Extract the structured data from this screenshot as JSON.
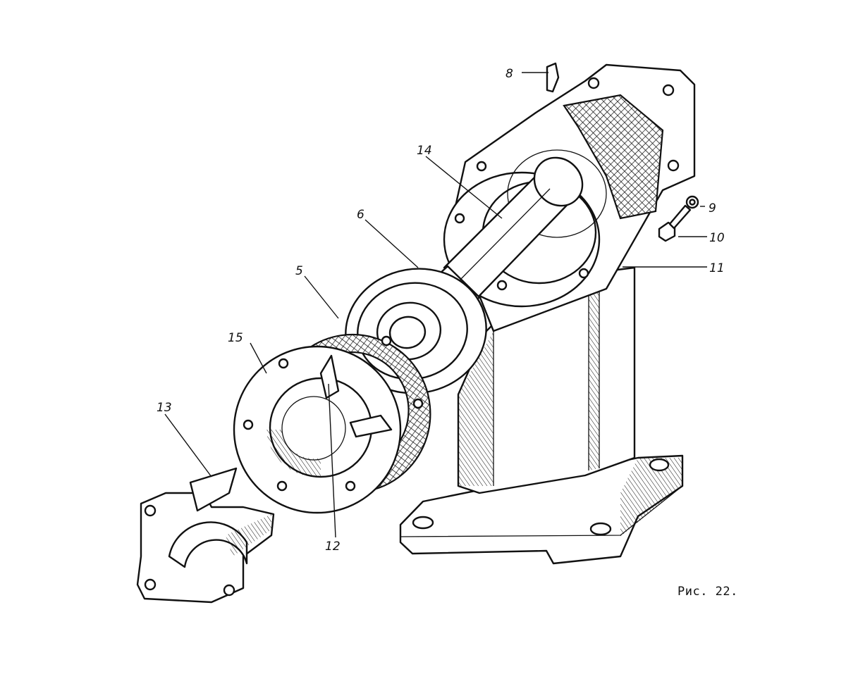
{
  "figure": {
    "caption": "Рис. 22.",
    "callouts": [
      {
        "id": "5",
        "label": "5"
      },
      {
        "id": "6",
        "label": "6"
      },
      {
        "id": "8",
        "label": "8"
      },
      {
        "id": "9",
        "label": "9"
      },
      {
        "id": "10",
        "label": "10"
      },
      {
        "id": "11",
        "label": "11"
      },
      {
        "id": "12",
        "label": "12"
      },
      {
        "id": "13",
        "label": "13"
      },
      {
        "id": "14",
        "label": "14"
      },
      {
        "id": "15",
        "label": "15"
      }
    ]
  },
  "colors": {
    "ink": "#111111",
    "paper": "#ffffff"
  }
}
